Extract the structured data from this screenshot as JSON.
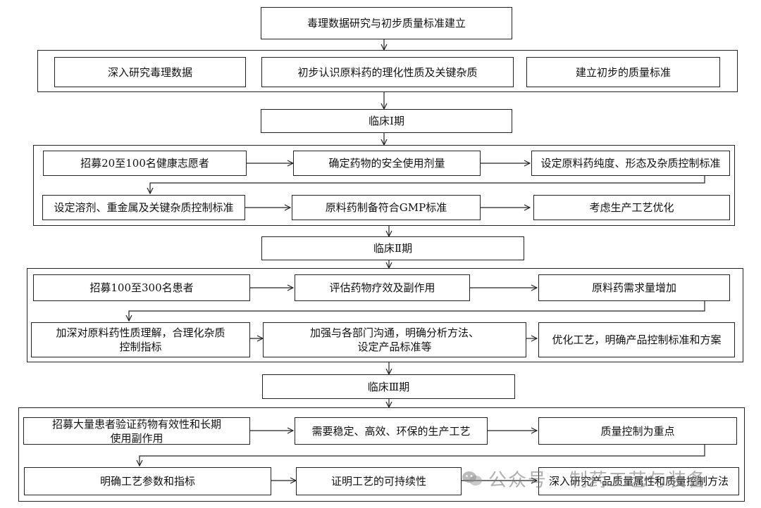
{
  "stage0": {
    "title": "毒理数据研究与初步质量标准建立",
    "items": [
      "深入研究毒理数据",
      "初步认识原料药的理化性质及关键杂质",
      "建立初步的质量标准"
    ]
  },
  "phase1": {
    "title": "临床Ⅰ期",
    "row1": [
      "招募20至100名健康志愿者",
      "确定药物的安全使用剂量",
      "设定原料药纯度、形态及杂质控制标准"
    ],
    "row2": [
      "设定溶剂、重金属及关键杂质控制标准",
      "原料药制备符合GMP标准",
      "考虑生产工艺优化"
    ]
  },
  "phase2": {
    "title": "临床Ⅱ期",
    "row1": [
      "招募100至300名患者",
      "评估药物疗效及副作用",
      "原料药需求量增加"
    ],
    "row2": [
      "加深对原料药性质理解，合理化杂质\n控制指标",
      "加强与各部门沟通，明确分析方法、\n设定产品标准等",
      "优化工艺，明确产品控制标准和方案"
    ]
  },
  "phase3": {
    "title": "临床Ⅲ期",
    "row1": [
      "招募大量患者验证药物有效性和长期\n使用副作用",
      "需要稳定、高效、环保的生产工艺",
      "质量控制为重点"
    ],
    "row2": [
      "明确工艺参数和指标",
      "证明工艺的可持续性",
      "深入研究产品质量属性和质量控制方法"
    ]
  },
  "watermark": "公众号 · 制药工艺与装备"
}
